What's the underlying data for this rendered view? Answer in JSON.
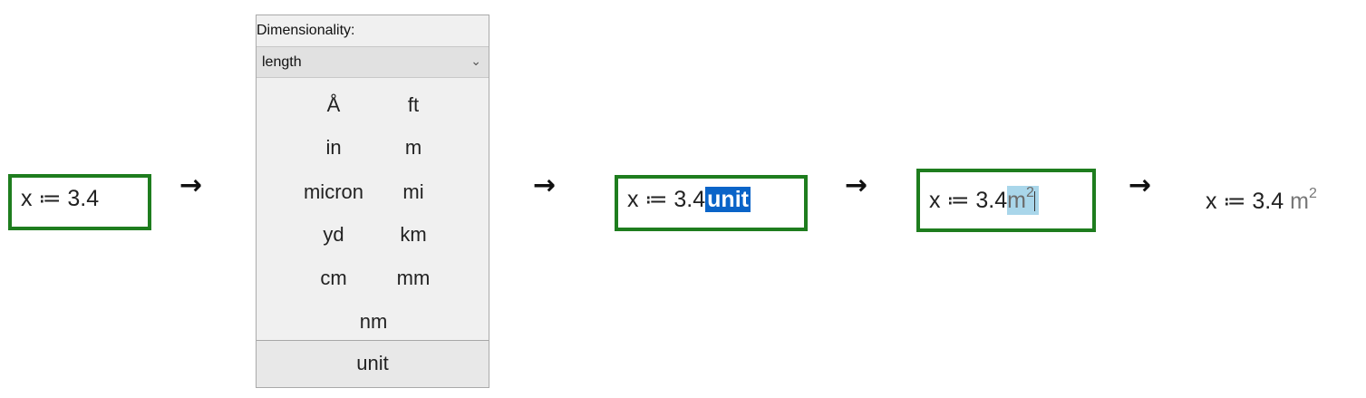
{
  "steps": {
    "step1": {
      "expr": "x ≔ 3.4"
    },
    "step3": {
      "expr": "x ≔ 3.4",
      "selected_unit": "unit"
    },
    "step4": {
      "expr": "x ≔ 3.4",
      "unit": "m",
      "exponent": "2"
    },
    "step5": {
      "expr": "x ≔ 3.4",
      "unit": "m",
      "exponent": "2"
    }
  },
  "arrow": "→",
  "units_panel": {
    "header": "Dimensionality:",
    "dimension_value": "length",
    "dropdown_icon": "chevron-down-icon",
    "units": [
      "Å",
      "ft",
      "in",
      "m",
      "micron",
      "mi",
      "yd",
      "km",
      "cm",
      "mm",
      "nm"
    ],
    "footer_label": "unit"
  },
  "colors": {
    "box_border": "#1e7d1e",
    "selection": "#0a64c8",
    "highlight": "#a9d6ea"
  }
}
